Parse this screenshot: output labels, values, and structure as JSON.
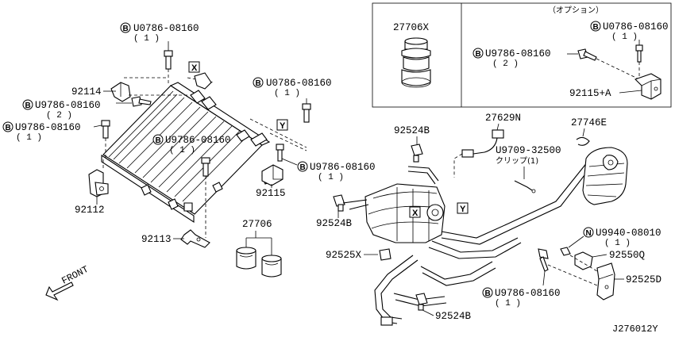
{
  "inset": {
    "option_label": "（オプション）"
  },
  "labels": {
    "b_u0786_top": "U0786-08160",
    "b_u0786_top_qty": "( 1 )",
    "p92114": "92114",
    "b_u9786_left1": "U9786-08160",
    "b_u9786_left1_qty": "( 2 )",
    "b_u9786_left2": "U9786-08160",
    "b_u9786_left2_qty": "( 1 )",
    "b_u0786_mid": "U0786-08160",
    "b_u0786_mid_qty": "( 1 )",
    "b_u9786_center": "U9786-08160",
    "b_u9786_center_qty": "( 1 )",
    "b_u9786_right": "U9786-08160",
    "b_u9786_right_qty": "( 1 )",
    "p92115": "92115",
    "p92112": "92112",
    "p27706": "27706",
    "p92113": "92113",
    "p27706x": "27706X",
    "b_u9786_inset": "U9786-08160",
    "b_u9786_inset_qty": "( 2 )",
    "b_u0786_inset": "U0786-08160",
    "b_u0786_inset_qty": "( 1 )",
    "p92115a": "92115+A",
    "p92524b_top": "92524B",
    "p27629n": "27629N",
    "p27746e": "27746E",
    "u9709": "U9709-32500",
    "clip": "クリップ(1)",
    "p92524b_mid": "92524B",
    "p92525x": "92525X",
    "n_u9940": "U9940-08010",
    "n_u9940_qty": "( 1 )",
    "p92550q": "92550Q",
    "p92525d": "92525D",
    "b_u9786_bottom": "U9786-08160",
    "b_u9786_bottom_qty": "( 1 )",
    "p92524b_bottom": "92524B",
    "front": "FRONT",
    "diagram_code": "J276012Y"
  },
  "symbols": {
    "bolt": "B",
    "nut": "N"
  },
  "view_markers": {
    "x": "X",
    "y": "Y"
  }
}
